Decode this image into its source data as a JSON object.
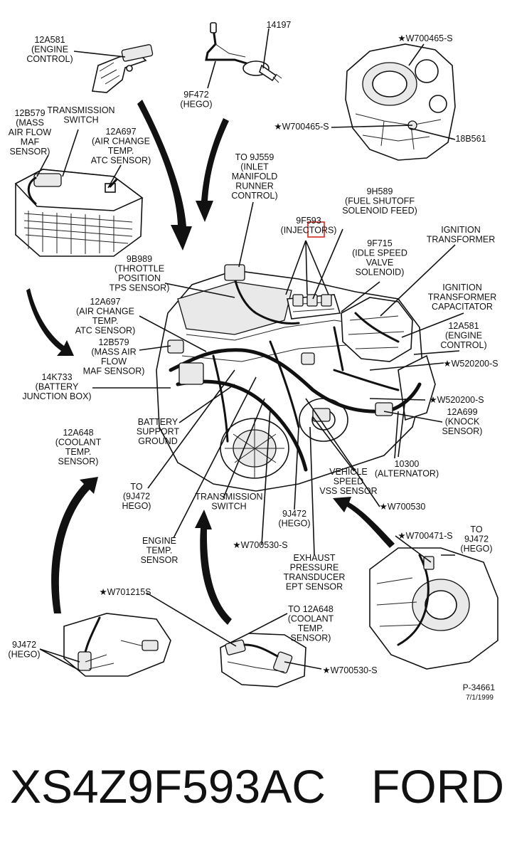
{
  "labels": [
    {
      "id": "l01",
      "lines": [
        "12A581",
        "(ENGINE",
        "CONTROL)"
      ]
    },
    {
      "id": "l02",
      "lines": [
        "14197"
      ]
    },
    {
      "id": "l03",
      "lines": [
        "9F472",
        "(HEGO)"
      ]
    },
    {
      "id": "l04",
      "lines": [
        "★W700465-S"
      ]
    },
    {
      "id": "l05",
      "lines": [
        "12B579",
        "(MASS",
        "AIR FLOW",
        "MAF",
        "SENSOR)"
      ]
    },
    {
      "id": "l06",
      "lines": [
        "TRANSMISSION",
        "SWITCH"
      ]
    },
    {
      "id": "l07",
      "lines": [
        "12A697",
        "(AIR CHANGE",
        "TEMP.",
        "ATC SENSOR)"
      ]
    },
    {
      "id": "l08",
      "lines": [
        "★W700465-S"
      ]
    },
    {
      "id": "l09",
      "lines": [
        "18B561"
      ]
    },
    {
      "id": "l10",
      "lines": [
        "TO 9J559",
        "(INLET",
        "MANIFOLD",
        "RUNNER",
        "CONTROL)"
      ]
    },
    {
      "id": "l11",
      "lines": [
        "9H589",
        "(FUEL SHUTOFF",
        "SOLENOID FEED)"
      ]
    },
    {
      "id": "l12",
      "lines": [
        "9F593",
        "(INJECTORS)"
      ]
    },
    {
      "id": "l13",
      "lines": [
        "IGNITION",
        "TRANSFORMER"
      ]
    },
    {
      "id": "l14",
      "lines": [
        "9F715",
        "(IDLE SPEED",
        "VALVE",
        "SOLENOID)"
      ]
    },
    {
      "id": "l15",
      "lines": [
        "9B989",
        "(THROTTLE",
        "POSITION",
        "TPS SENSOR)"
      ]
    },
    {
      "id": "l16",
      "lines": [
        "IGNITION",
        "TRANSFORMER",
        "CAPACITATOR"
      ]
    },
    {
      "id": "l17",
      "lines": [
        "12A697",
        "(AIR CHANGE",
        "TEMP.",
        "ATC SENSOR)"
      ]
    },
    {
      "id": "l18",
      "lines": [
        "12A581",
        "(ENGINE",
        "CONTROL)"
      ]
    },
    {
      "id": "l19",
      "lines": [
        "12B579",
        "(MASS AIR",
        "FLOW",
        "MAF SENSOR)"
      ]
    },
    {
      "id": "l20",
      "lines": [
        "★W520200-S"
      ]
    },
    {
      "id": "l21",
      "lines": [
        "14K733",
        "(BATTERY",
        "JUNCTION BOX)"
      ]
    },
    {
      "id": "l22",
      "lines": [
        "★W520200-S"
      ]
    },
    {
      "id": "l23",
      "lines": [
        "12A699",
        "(KNOCK",
        "SENSOR)"
      ]
    },
    {
      "id": "l24",
      "lines": [
        "BATTERY",
        "SUPPORT",
        "GROUND"
      ]
    },
    {
      "id": "l25",
      "lines": [
        "12A648",
        "(COOLANT",
        "TEMP.",
        "SENSOR)"
      ]
    },
    {
      "id": "l26",
      "lines": [
        "10300",
        "(ALTERNATOR)"
      ]
    },
    {
      "id": "l27",
      "lines": [
        "VEHICLE",
        "SPEED",
        "VSS SENSOR"
      ]
    },
    {
      "id": "l28",
      "lines": [
        "TO",
        "(9J472",
        "HEGO)"
      ]
    },
    {
      "id": "l29",
      "lines": [
        "TRANSMISSION",
        "SWITCH"
      ]
    },
    {
      "id": "l30",
      "lines": [
        "★W700530"
      ]
    },
    {
      "id": "l31",
      "lines": [
        "9J472",
        "(HEGO)"
      ]
    },
    {
      "id": "l32",
      "lines": [
        "★W700471-S"
      ]
    },
    {
      "id": "l33",
      "lines": [
        "TO",
        "9J472",
        "(HEGO)"
      ]
    },
    {
      "id": "l34",
      "lines": [
        "ENGINE",
        "TEMP.",
        "SENSOR"
      ]
    },
    {
      "id": "l35",
      "lines": [
        "★W700530-S"
      ]
    },
    {
      "id": "l36",
      "lines": [
        "EXHAUST",
        "PRESSURE",
        "TRANSDUCER",
        "EPT SENSOR"
      ]
    },
    {
      "id": "l37",
      "lines": [
        "★W701215S"
      ]
    },
    {
      "id": "l38",
      "lines": [
        "TO 12A648",
        "(COOLANT",
        "TEMP.",
        "SENSOR)"
      ]
    },
    {
      "id": "l39",
      "lines": [
        "9J472",
        "(HEGO)"
      ]
    },
    {
      "id": "l40",
      "lines": [
        "★W700530-S"
      ]
    }
  ],
  "figure_ref": {
    "code": "P-34661",
    "date": "7/1/1999"
  },
  "caption": {
    "part_number": "XS4Z9F593AC",
    "brand": "FORD"
  }
}
